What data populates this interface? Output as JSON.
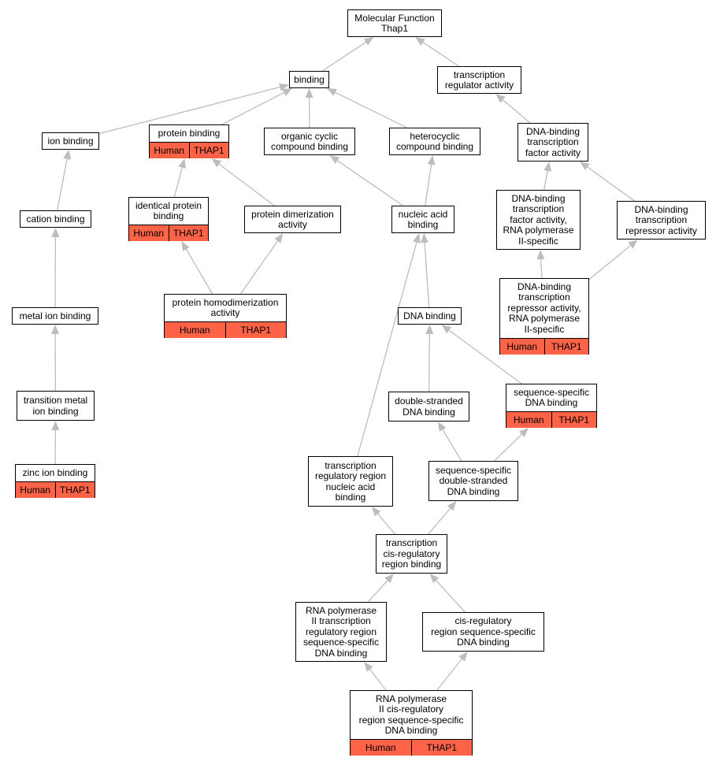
{
  "annotation_color": "#ff6347",
  "edge_color": "#bdbdbd",
  "nodes": [
    {
      "id": "mf",
      "label": "Molecular Function\nThap1"
    },
    {
      "id": "binding",
      "label": "binding"
    },
    {
      "id": "tra",
      "label": "transcription\nregulator activity"
    },
    {
      "id": "ionb",
      "label": "ion binding"
    },
    {
      "id": "protb",
      "label": "protein binding",
      "annotation": [
        "Human",
        "THAP1"
      ]
    },
    {
      "id": "occb",
      "label": "organic cyclic\ncompound binding"
    },
    {
      "id": "hcb",
      "label": "heterocyclic\ncompound binding"
    },
    {
      "id": "dbtfa",
      "label": "DNA-binding\ntranscription\nfactor activity"
    },
    {
      "id": "catb",
      "label": "cation binding"
    },
    {
      "id": "idpb",
      "label": "identical protein\nbinding",
      "annotation": [
        "Human",
        "THAP1"
      ]
    },
    {
      "id": "pda",
      "label": "protein dimerization\nactivity"
    },
    {
      "id": "nab",
      "label": "nucleic acid\nbinding"
    },
    {
      "id": "dbtfa2",
      "label": "DNA-binding\ntranscription\nfactor activity,\nRNA polymerase\nII-specific"
    },
    {
      "id": "dbtra",
      "label": "DNA-binding\ntranscription\nrepressor activity"
    },
    {
      "id": "mib",
      "label": "metal ion binding"
    },
    {
      "id": "phda",
      "label": "protein homodimerization\nactivity",
      "annotation": [
        "Human",
        "THAP1"
      ]
    },
    {
      "id": "dnab",
      "label": "DNA binding"
    },
    {
      "id": "dbtra2",
      "label": "DNA-binding\ntranscription\nrepressor activity,\nRNA polymerase\nII-specific",
      "annotation": [
        "Human",
        "THAP1"
      ]
    },
    {
      "id": "tmib",
      "label": "transition metal\nion binding"
    },
    {
      "id": "dsdb",
      "label": "double-stranded\nDNA binding"
    },
    {
      "id": "ssdb",
      "label": "sequence-specific\nDNA binding",
      "annotation": [
        "Human",
        "THAP1"
      ]
    },
    {
      "id": "zib",
      "label": "zinc ion binding",
      "annotation": [
        "Human",
        "THAP1"
      ]
    },
    {
      "id": "trrnab",
      "label": "transcription\nregulatory region\nnucleic acid\nbinding"
    },
    {
      "id": "ssdsdb",
      "label": "sequence-specific\ndouble-stranded\nDNA binding"
    },
    {
      "id": "tcrrb",
      "label": "transcription\ncis-regulatory\nregion binding"
    },
    {
      "id": "rnap2",
      "label": "RNA polymerase\nII transcription\nregulatory region\nsequence-specific\nDNA binding"
    },
    {
      "id": "crrss",
      "label": "cis-regulatory\nregion sequence-specific\nDNA binding"
    },
    {
      "id": "rnap2cis",
      "label": "RNA polymerase\nII cis-regulatory\nregion sequence-specific\nDNA binding",
      "annotation": [
        "Human",
        "THAP1"
      ]
    }
  ],
  "edges": [
    [
      "binding",
      "mf"
    ],
    [
      "tra",
      "mf"
    ],
    [
      "ionb",
      "binding"
    ],
    [
      "protb",
      "binding"
    ],
    [
      "occb",
      "binding"
    ],
    [
      "hcb",
      "binding"
    ],
    [
      "dbtfa",
      "tra"
    ],
    [
      "catb",
      "ionb"
    ],
    [
      "idpb",
      "protb"
    ],
    [
      "pda",
      "protb"
    ],
    [
      "nab",
      "occb"
    ],
    [
      "nab",
      "hcb"
    ],
    [
      "dbtfa2",
      "dbtfa"
    ],
    [
      "dbtra",
      "dbtfa"
    ],
    [
      "mib",
      "catb"
    ],
    [
      "phda",
      "idpb"
    ],
    [
      "phda",
      "pda"
    ],
    [
      "dnab",
      "nab"
    ],
    [
      "dbtra2",
      "dbtfa2"
    ],
    [
      "dbtra2",
      "dbtra"
    ],
    [
      "tmib",
      "mib"
    ],
    [
      "dsdb",
      "dnab"
    ],
    [
      "ssdb",
      "dnab"
    ],
    [
      "zib",
      "tmib"
    ],
    [
      "trrnab",
      "nab"
    ],
    [
      "ssdsdb",
      "dsdb"
    ],
    [
      "ssdsdb",
      "ssdb"
    ],
    [
      "tcrrb",
      "trrnab"
    ],
    [
      "tcrrb",
      "ssdsdb"
    ],
    [
      "rnap2",
      "tcrrb"
    ],
    [
      "crrss",
      "tcrrb"
    ],
    [
      "rnap2cis",
      "rnap2"
    ],
    [
      "rnap2cis",
      "crrss"
    ]
  ]
}
